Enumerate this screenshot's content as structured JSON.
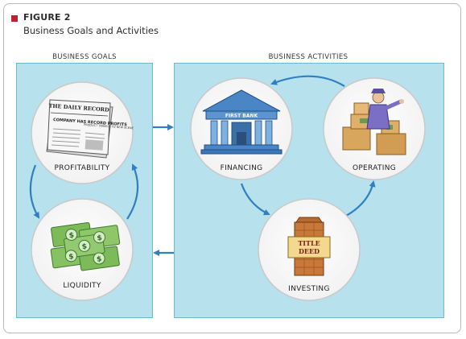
{
  "figure": {
    "label": "FIGURE 2",
    "title": "Business Goals and Activities"
  },
  "panels": {
    "goals_header": "BUSINESS GOALS",
    "activities_header": "BUSINESS ACTIVITIES"
  },
  "goals": {
    "profitability": "PROFITABILITY",
    "liquidity": "LIQUIDITY"
  },
  "activities": {
    "financing": "FINANCING",
    "operating": "OPERATING",
    "investing": "INVESTING"
  },
  "illustrations": {
    "newspaper_masthead": "THE DAILY RECORD",
    "newspaper_headline": "COMPANY HAS RECORD PROFITS",
    "newspaper_subhead": "PRODUCT TRAVELS TO NEW SCENE",
    "bank_sign": "FIRST BANK",
    "deed_line1": "TITLE",
    "deed_line2": "DEED",
    "currency_symbol": "$"
  },
  "colors": {
    "accent_red": "#c0202e",
    "panel_fill": "#b6e1ed",
    "arrow_blue": "#2f7fc1",
    "circle_border": "#c9c9c9"
  }
}
